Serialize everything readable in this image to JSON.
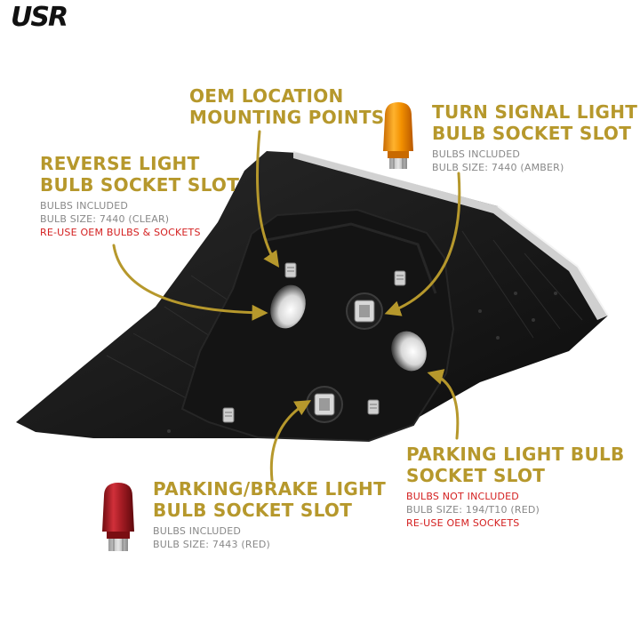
{
  "brand": {
    "logo_text": "USR",
    "accent_color": "#b6982c",
    "warning_color": "#d42020"
  },
  "callouts": {
    "oem_location": {
      "title_line1": "OEM LOCATION",
      "title_line2": "MOUNTING POINTS"
    },
    "turn_signal": {
      "title_line1": "TURN SIGNAL LIGHT",
      "title_line2": "BULB SOCKET SLOT",
      "note1": "BULBS INCLUDED",
      "note2": "BULB SIZE: 7440 (AMBER)"
    },
    "reverse": {
      "title_line1": "REVERSE LIGHT",
      "title_line2": "BULB SOCKET SLOT",
      "note1": "BULBS INCLUDED",
      "note2": "BULB SIZE: 7440 (CLEAR)",
      "warning": "RE-USE OEM BULBS & SOCKETS"
    },
    "parking_light": {
      "title_line1": "PARKING LIGHT BULB",
      "title_line2": "SOCKET SLOT",
      "warning1": "BULBS NOT INCLUDED",
      "note": "BULB SIZE: 194/T10 (RED)",
      "warning2": "RE-USE OEM SOCKETS"
    },
    "parking_brake": {
      "title_line1": "PARKING/BRAKE LIGHT",
      "title_line2": "BULB SOCKET SLOT",
      "note1": "BULBS INCLUDED",
      "note2": "BULB SIZE: 7443 (RED)"
    }
  },
  "bulb_icons": {
    "amber": "amber-wedge-bulb-icon",
    "red": "red-wedge-bulb-icon"
  }
}
